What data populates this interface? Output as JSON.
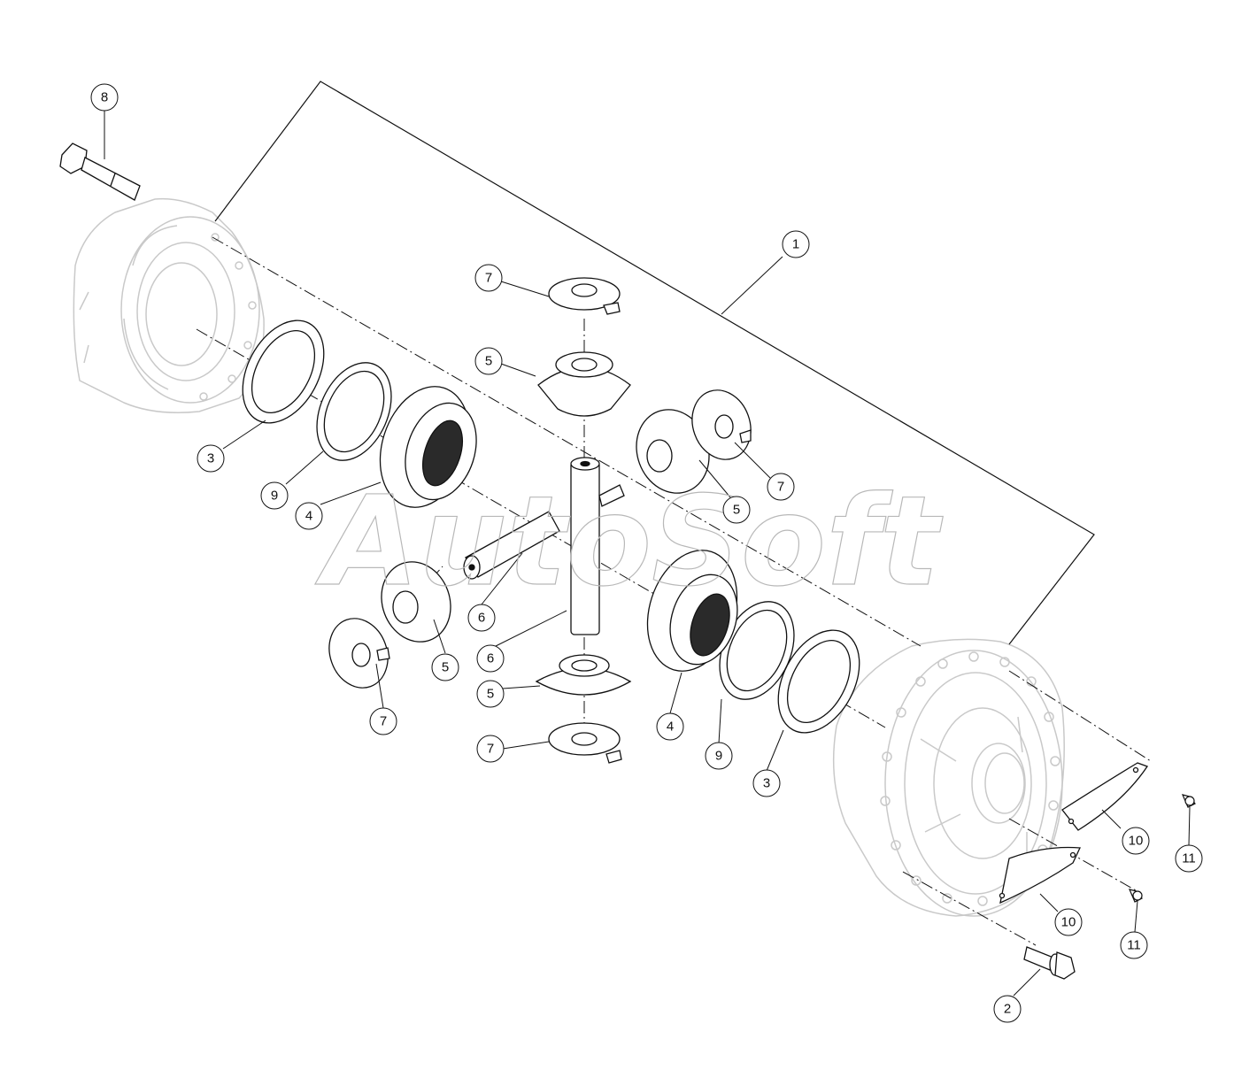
{
  "diagram": {
    "watermark": "AutoSoft",
    "callouts": [
      "1",
      "2",
      "3",
      "3",
      "4",
      "4",
      "5",
      "5",
      "5",
      "5",
      "6",
      "6",
      "7",
      "7",
      "7",
      "7",
      "8",
      "9",
      "9",
      "10",
      "10",
      "11",
      "11"
    ]
  },
  "colors": {
    "line": "#111111",
    "ghost": "#c9c9c9",
    "spline": "#2a2a2a"
  }
}
